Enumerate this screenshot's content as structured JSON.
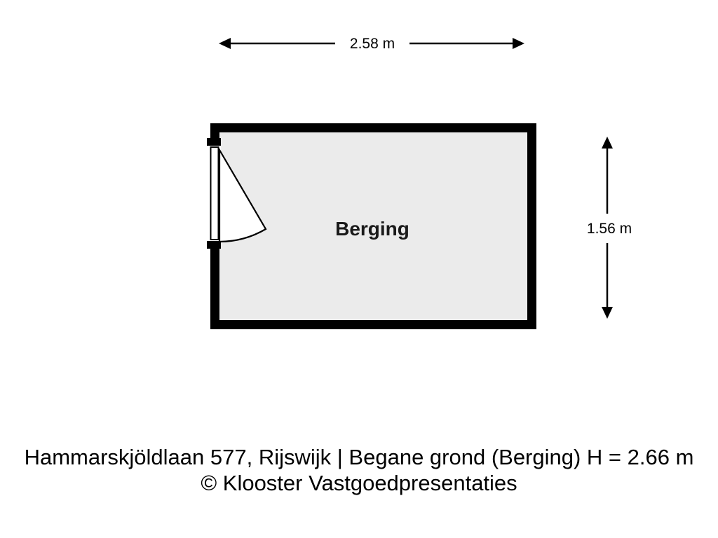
{
  "floorplan": {
    "room_label": "Berging",
    "width_dimension": "2.58 m",
    "height_dimension": "1.56 m"
  },
  "caption": {
    "line1": "Hammarskjöldlaan 577, Rijswijk | Begane grond (Berging) H = 2.66 m",
    "line2": "© Klooster Vastgoedpresentaties"
  },
  "colors": {
    "wall": "#000000",
    "room_fill": "#ebebeb",
    "text": "#000000",
    "background": "#ffffff"
  }
}
